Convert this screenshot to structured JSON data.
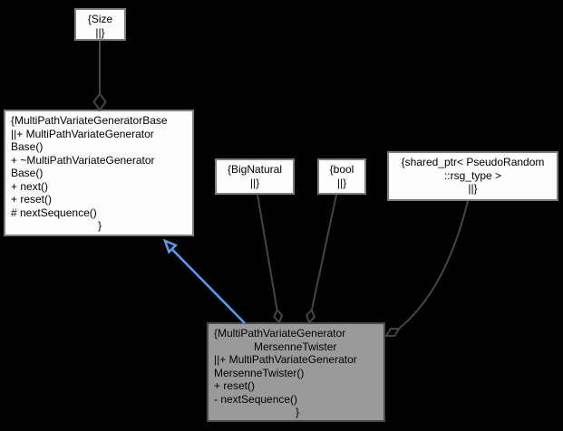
{
  "diagram": {
    "type": "uml-collaboration-graph",
    "colors": {
      "background": "#000000",
      "node_fill": "#fdfdfd",
      "node_border": "#7d7d7d",
      "highlight_node_fill": "#9a9a9a",
      "highlight_node_border": "#4a4a4a",
      "aggregation_edge": "#454545",
      "inheritance_edge": "#5d9cf0"
    },
    "nodes": {
      "size": {
        "lines": [
          "{Size",
          "||}"
        ]
      },
      "big_natural": {
        "lines": [
          "{BigNatural",
          "||}"
        ]
      },
      "bool": {
        "lines": [
          "{bool",
          "||}"
        ]
      },
      "shared_ptr": {
        "lines": [
          "{shared_ptr< PseudoRandom",
          "::rsg_type >",
          "||}"
        ]
      },
      "base": {
        "lines": [
          "{MultiPathVariateGeneratorBase",
          "||+ MultiPathVariateGenerator",
          "Base()",
          "+ ~MultiPathVariateGenerator",
          "Base()",
          "+ next()",
          "+ reset()",
          "# nextSequence()",
          "}"
        ]
      },
      "mersenne_twister": {
        "lines": [
          "{MultiPathVariateGenerator",
          "MersenneTwister",
          "||+ MultiPathVariateGenerator",
          "MersenneTwister()",
          "+ reset()",
          "- nextSequence()",
          "}"
        ]
      }
    }
  }
}
